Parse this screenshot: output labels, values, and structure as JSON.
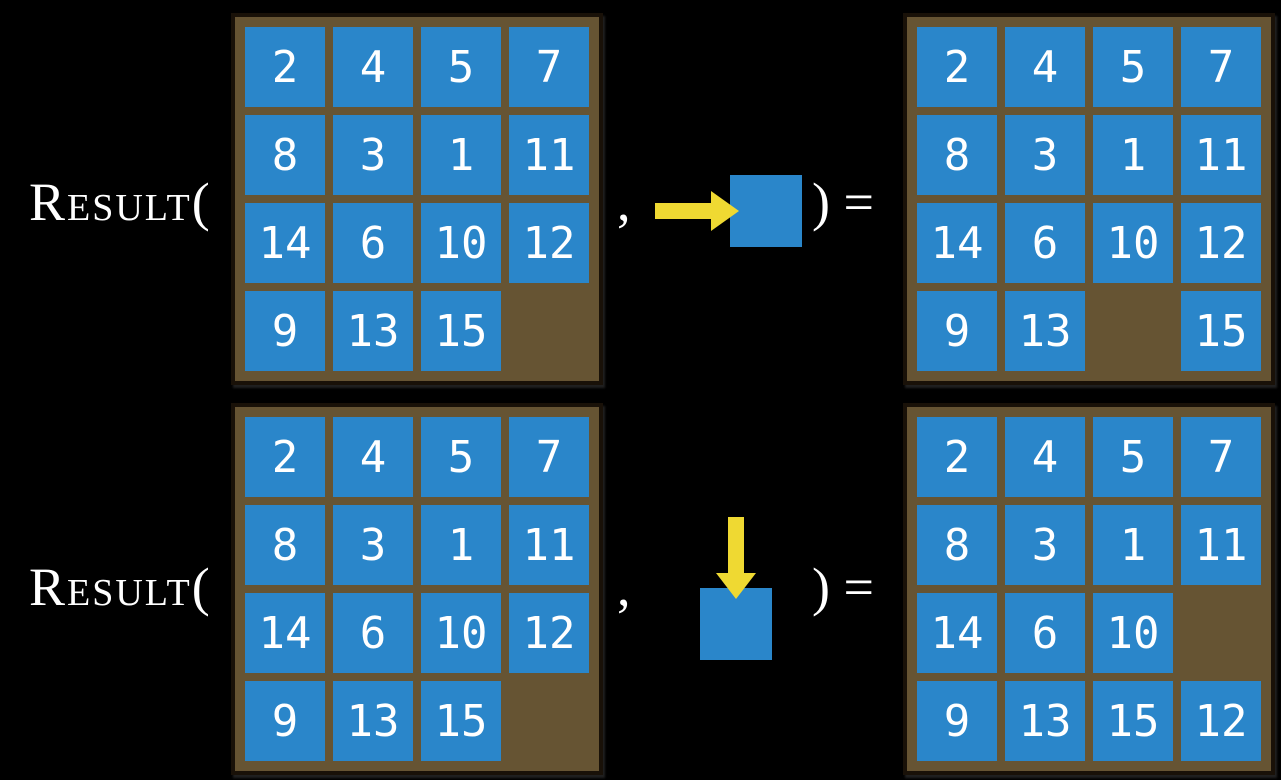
{
  "colors": {
    "background": "#000000",
    "tile_blue": "#2A86CA",
    "frame_brown": "#665433",
    "frame_border": "#191108",
    "arrow_yellow": "#EFD932",
    "text_white": "#FFFFFF"
  },
  "examples": [
    {
      "function_label": "Result(",
      "comma": ",",
      "close_label": ") =",
      "action": {
        "direction": "right",
        "icon": "arrow-right-into-tile"
      },
      "state": [
        [
          "2",
          "4",
          "5",
          "7"
        ],
        [
          "8",
          "3",
          "1",
          "11"
        ],
        [
          "14",
          "6",
          "10",
          "12"
        ],
        [
          "9",
          "13",
          "15",
          ""
        ]
      ],
      "result": [
        [
          "2",
          "4",
          "5",
          "7"
        ],
        [
          "8",
          "3",
          "1",
          "11"
        ],
        [
          "14",
          "6",
          "10",
          "12"
        ],
        [
          "9",
          "13",
          "",
          "15"
        ]
      ]
    },
    {
      "function_label": "Result(",
      "comma": ",",
      "close_label": ") =",
      "action": {
        "direction": "down",
        "icon": "arrow-down-into-tile"
      },
      "state": [
        [
          "2",
          "4",
          "5",
          "7"
        ],
        [
          "8",
          "3",
          "1",
          "11"
        ],
        [
          "14",
          "6",
          "10",
          "12"
        ],
        [
          "9",
          "13",
          "15",
          ""
        ]
      ],
      "result": [
        [
          "2",
          "4",
          "5",
          "7"
        ],
        [
          "8",
          "3",
          "1",
          "11"
        ],
        [
          "14",
          "6",
          "10",
          ""
        ],
        [
          "9",
          "13",
          "15",
          "12"
        ]
      ]
    }
  ]
}
